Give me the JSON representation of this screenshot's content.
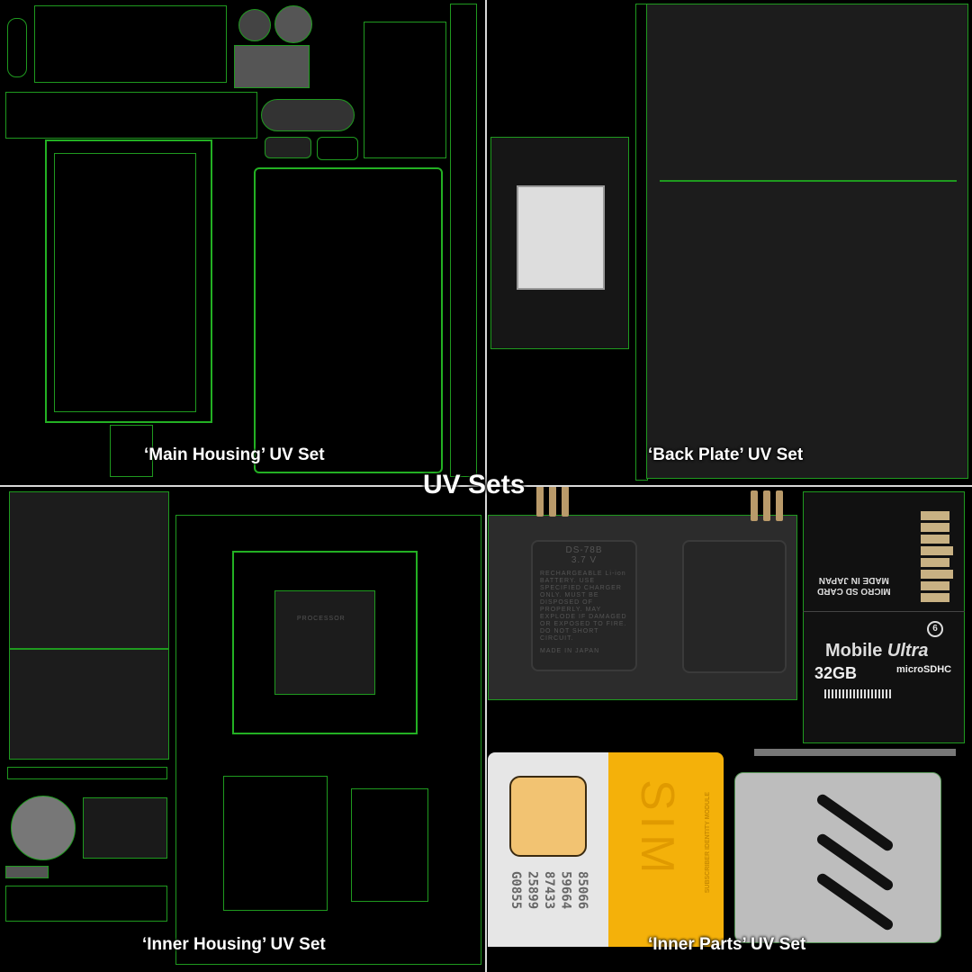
{
  "title": "UV Sets",
  "quadrants": {
    "main_housing": "‘Main Housing’ UV Set",
    "back_plate": "‘Back Plate’ UV Set",
    "inner_housing": "‘Inner Housing’ UV Set",
    "inner_parts": "‘Inner Parts’ UV Set"
  },
  "battery": {
    "model": "DS-78B",
    "voltage": "3.7 V",
    "text": "RECHARGEABLE Li-ion BATTERY. USE SPECIFIED CHARGER ONLY. MUST BE DISPOSED OF PROPERLY. MAY EXPLODE IF DAMAGED OR EXPOSED TO FIRE. DO NOT SHORT CIRCUIT.",
    "origin": "MADE IN JAPAN"
  },
  "sd_card": {
    "back_text_1": "MICRO SD CARD",
    "back_text_2": "MADE IN JAPAN",
    "brand": "Mobile",
    "brand_italic": "Ultra",
    "capacity": "32GB",
    "logo": "microSDHC",
    "class": "6"
  },
  "sim": {
    "numbers": [
      "85066",
      "59664",
      "87433",
      "25899",
      "G0855"
    ],
    "logo": "SIM",
    "subtitle": "SUBSCRIBER IDENTITY MODULE"
  },
  "processor": {
    "label": "PROCESSOR"
  },
  "colors": {
    "wireframe": "#1f9a1f",
    "background": "#000000",
    "sim_yellow": "#f4b10a",
    "gold": "#c8b183"
  }
}
